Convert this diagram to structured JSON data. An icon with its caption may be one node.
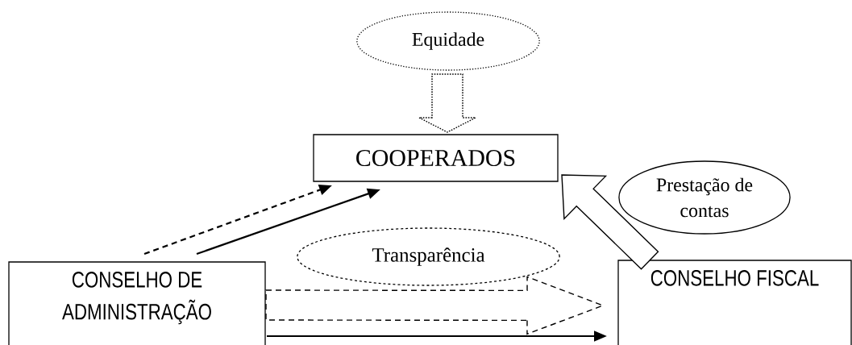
{
  "diagram": {
    "nodes": [
      {
        "text": [
          "Equidade"
        ]
      },
      {
        "text": [
          "COOPERADOS"
        ]
      },
      {
        "text": [
          "Prestação de contas"
        ]
      },
      {
        "text": [
          "Transparência"
        ]
      },
      {
        "text": [
          "CONSELHO DE ADMINISTRAÇÃO"
        ]
      },
      {
        "text": [
          "CONSELHO FISCAL"
        ]
      }
    ],
    "edges": [
      {
        "from": 0,
        "to": 1,
        "arrow": "to",
        "style": "dashed"
      },
      {
        "from": 4,
        "to": 1,
        "arrow": "to",
        "style": "dashed"
      },
      {
        "from": 4,
        "to": 1,
        "arrow": "to"
      },
      {
        "from": 5,
        "to": 1,
        "arrow": "to"
      },
      {
        "from": 4,
        "to": 5,
        "arrow": "to",
        "style": "dashed"
      },
      {
        "from": 4,
        "to": 5,
        "arrow": "to"
      }
    ]
  }
}
